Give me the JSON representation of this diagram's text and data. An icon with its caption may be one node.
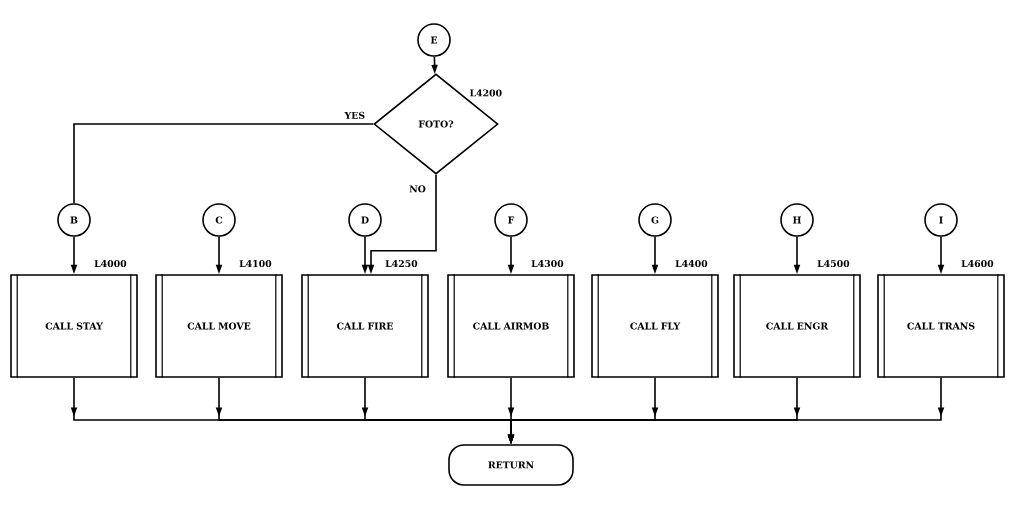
{
  "diagram": {
    "nodes": [
      {
        "text": [
          "E"
        ]
      },
      {
        "text": [
          "FOTO?"
        ],
        "beside": [
          "L4200"
        ]
      },
      {
        "text": [
          "B"
        ]
      },
      {
        "text": [
          "C"
        ]
      },
      {
        "text": [
          "D"
        ]
      },
      {
        "text": [
          "F"
        ]
      },
      {
        "text": [
          "G"
        ]
      },
      {
        "text": [
          "H"
        ]
      },
      {
        "text": [
          "I"
        ]
      },
      {
        "text": [
          "CALL STAY"
        ],
        "beside": [
          "L4000"
        ]
      },
      {
        "text": [
          "CALL MOVE"
        ],
        "beside": [
          "L4100"
        ]
      },
      {
        "text": [
          "CALL FIRE"
        ],
        "beside": [
          "L4250"
        ]
      },
      {
        "text": [
          "CALL AIRMOB"
        ],
        "beside": [
          "L4300"
        ]
      },
      {
        "text": [
          "CALL FLY"
        ],
        "beside": [
          "L4400"
        ]
      },
      {
        "text": [
          "CALL ENGR"
        ],
        "beside": [
          "L4500"
        ]
      },
      {
        "text": [
          "CALL TRANS"
        ],
        "beside": [
          "L4600"
        ]
      },
      {
        "text": [
          "RETURN"
        ]
      }
    ],
    "edges": [
      {
        "from": 0,
        "to": 1,
        "arrow": "to"
      },
      {
        "from": 1,
        "to": 2,
        "arrow": "none",
        "label": "YES"
      },
      {
        "from": 1,
        "to": 11,
        "arrow": "to",
        "label": "NO"
      },
      {
        "from": 2,
        "to": 9,
        "arrow": "to"
      },
      {
        "from": 3,
        "to": 10,
        "arrow": "to"
      },
      {
        "from": 4,
        "to": 11,
        "arrow": "to"
      },
      {
        "from": 5,
        "to": 12,
        "arrow": "to"
      },
      {
        "from": 6,
        "to": 13,
        "arrow": "to"
      },
      {
        "from": 7,
        "to": 14,
        "arrow": "to"
      },
      {
        "from": 8,
        "to": 15,
        "arrow": "to"
      },
      {
        "from": 9,
        "to": 16,
        "arrow": "to"
      },
      {
        "from": 10,
        "to": 16,
        "arrow": "to"
      },
      {
        "from": 11,
        "to": 16,
        "arrow": "to"
      },
      {
        "from": 12,
        "to": 16,
        "arrow": "to"
      },
      {
        "from": 13,
        "to": 16,
        "arrow": "to"
      },
      {
        "from": 14,
        "to": 16,
        "arrow": "to"
      },
      {
        "from": 15,
        "to": 16,
        "arrow": "to"
      }
    ]
  }
}
